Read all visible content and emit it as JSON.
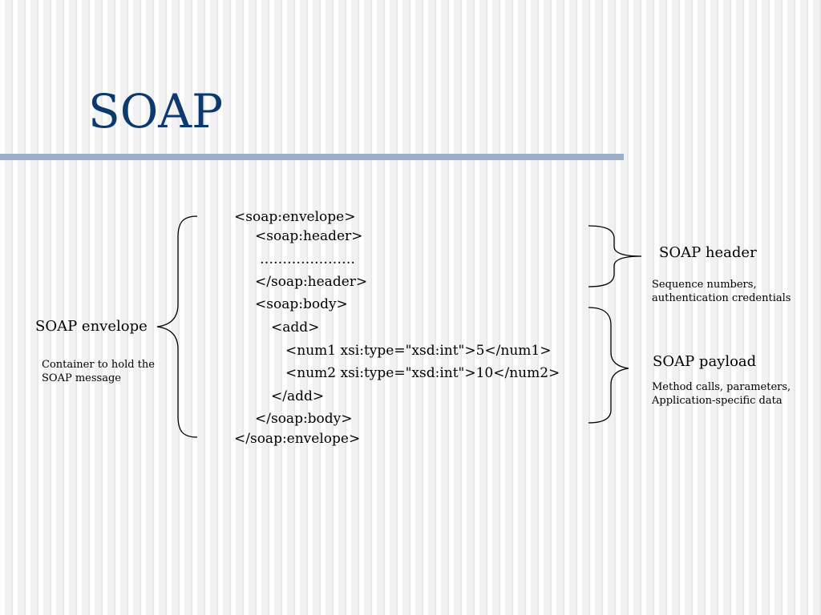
{
  "slide": {
    "title": "SOAP"
  },
  "code": {
    "lines": [
      "<soap:envelope>",
      "<soap:header>",
      "…………………",
      "</soap:header>",
      "<soap:body>",
      "<add>",
      "<num1 xsi:type=\"xsd:int\">5</num1>",
      "<num2 xsi:type=\"xsd:int\">10</num2>",
      "</add>",
      "</soap:body>",
      "</soap:envelope>"
    ]
  },
  "annotations": {
    "envelope": {
      "label": "SOAP envelope",
      "description": "Container to hold the\nSOAP message"
    },
    "header": {
      "label": "SOAP header",
      "description": "Sequence numbers,\nauthentication credentials"
    },
    "payload": {
      "label": "SOAP payload",
      "description": "Method calls, parameters,\nApplication-specific data"
    }
  },
  "colors": {
    "title": "#0d3a6e",
    "title_rule": "#9bb0c8",
    "text": "#000000"
  }
}
